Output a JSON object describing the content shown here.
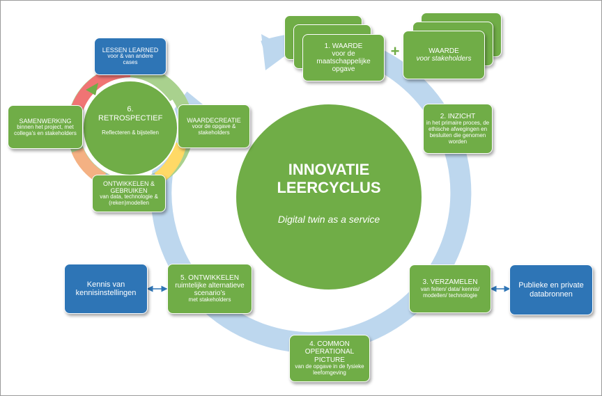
{
  "center": {
    "title_line1": "INNOVATIE",
    "title_line2": "LEERCYCLUS",
    "subtitle": "Digital twin as a service"
  },
  "steps": {
    "waarde_maatschappij": {
      "title": "1. WAARDE",
      "body": "voor de maatschappelijke opgave"
    },
    "plus": "+",
    "waarde_stakeholders": {
      "title": "WAARDE",
      "body": "voor stakeholders"
    },
    "inzicht": {
      "title": "2. INZICHT",
      "body": "in het primaire proces, de ethische afwegingen en besluiten die genomen worden"
    },
    "verzamelen": {
      "title": "3. VERZAMELEN",
      "body": "van feiten/ data/ kennis/ modellen/ technologie"
    },
    "cop": {
      "title": "4. COMMON OPERATIONAL PICTURE",
      "body": "van de opgave in de fysieke leefomgeving"
    },
    "ontwikkelen": {
      "title": "5. ONTWIKKELEN",
      "body": "ruimtelijke alternatieve scenario’s",
      "sub": "met stakeholders"
    }
  },
  "external": {
    "kennis": "Kennis van kennisinstellingen",
    "publieke": "Publieke en private databronnen"
  },
  "retro": {
    "title": "6. RETROSPECTIEF",
    "body": "Reflecteren & bijstellen",
    "lessen": {
      "title": "LESSEN LEARNED",
      "body": "voor & van andere cases"
    },
    "waardecreatie": {
      "title": "WAARDECREATIE",
      "body": "voor de opgave & stakeholders"
    },
    "ontwikkelen_gebruiken": {
      "title": "ONTWIKKELEN & GEBRUIKEN",
      "body": "van data, technologie & (reken)modellen"
    },
    "samenwerking": {
      "title": "SAMENWERKING",
      "body": "binnen het project, met collega’s en stakeholders"
    }
  },
  "colors": {
    "green": "#70ad47",
    "blue": "#2e75b6",
    "cycle_arrow": "#bdd7ee",
    "ring_red": "#f07474",
    "ring_green": "#a9d18e",
    "ring_yellow": "#ffd966",
    "ring_blue": "#8faadc",
    "ring_orange": "#f4b183",
    "double_arrow": "#2e75b6"
  }
}
